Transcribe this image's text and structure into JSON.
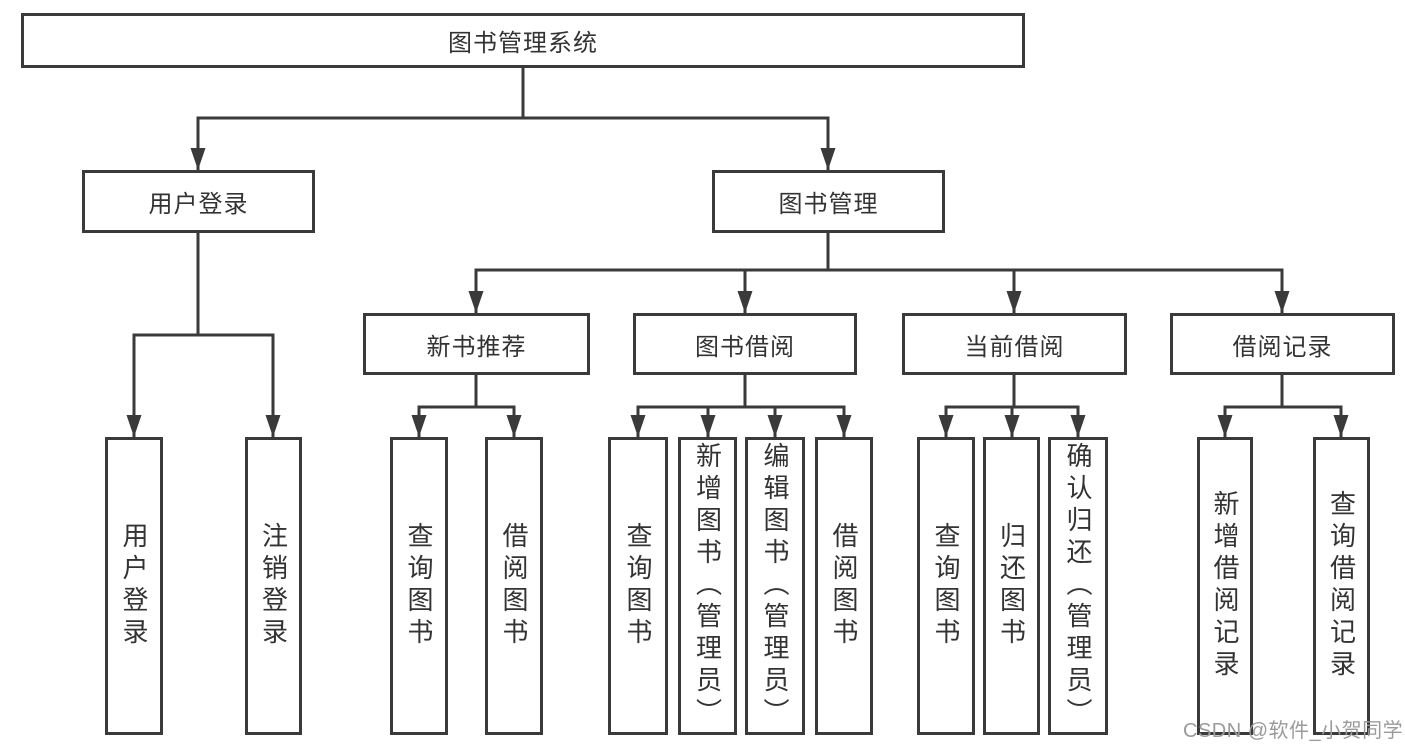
{
  "diagram": {
    "root": {
      "label": "图书管理系统"
    },
    "branches": [
      {
        "label": "用户登录",
        "leaves": [
          "用户登录",
          "注销登录"
        ]
      },
      {
        "label": "图书管理",
        "groups": [
          {
            "label": "新书推荐",
            "leaves": [
              "查询图书",
              "借阅图书"
            ]
          },
          {
            "label": "图书借阅",
            "leaves": [
              "查询图书",
              "新增图书（管理员）",
              "编辑图书（管理员）",
              "借阅图书"
            ]
          },
          {
            "label": "当前借阅",
            "leaves": [
              "查询图书",
              "归还图书",
              "确认归还（管理员）"
            ]
          },
          {
            "label": "借阅记录",
            "leaves": [
              "新增借阅记录",
              "查询借阅记录"
            ]
          }
        ]
      }
    ]
  },
  "watermark": {
    "text": "CSDN @软件_小贺同学"
  },
  "colors": {
    "line": "#3a3a3a",
    "text": "#333333",
    "watermark": "#9b9b9b",
    "background": "#ffffff"
  }
}
